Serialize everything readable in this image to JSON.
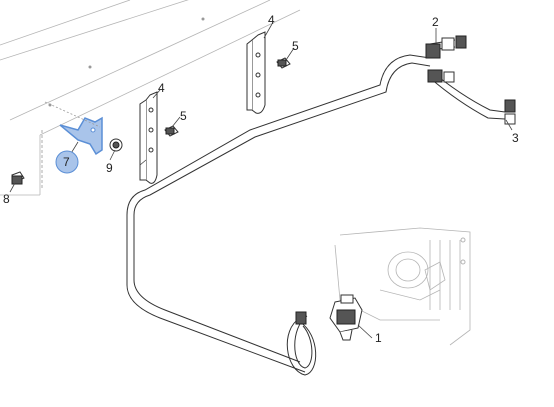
{
  "callouts": [
    {
      "id": "1",
      "label": "1"
    },
    {
      "id": "2",
      "label": "2"
    },
    {
      "id": "3",
      "label": "3"
    },
    {
      "id": "4a",
      "label": "4"
    },
    {
      "id": "4b",
      "label": "4"
    },
    {
      "id": "5a",
      "label": "5"
    },
    {
      "id": "5b",
      "label": "5"
    },
    {
      "id": "7",
      "label": "7"
    },
    {
      "id": "8",
      "label": "8"
    },
    {
      "id": "9",
      "label": "9"
    }
  ],
  "colors": {
    "highlight": "#5b8fd6",
    "highlight_fill": "#a9c4ea",
    "line": "#333333",
    "frame": "#b5b5b5"
  },
  "icons": [
    "bracket-icon",
    "bolt-icon",
    "nut-icon",
    "connector-icon",
    "valve-icon"
  ]
}
